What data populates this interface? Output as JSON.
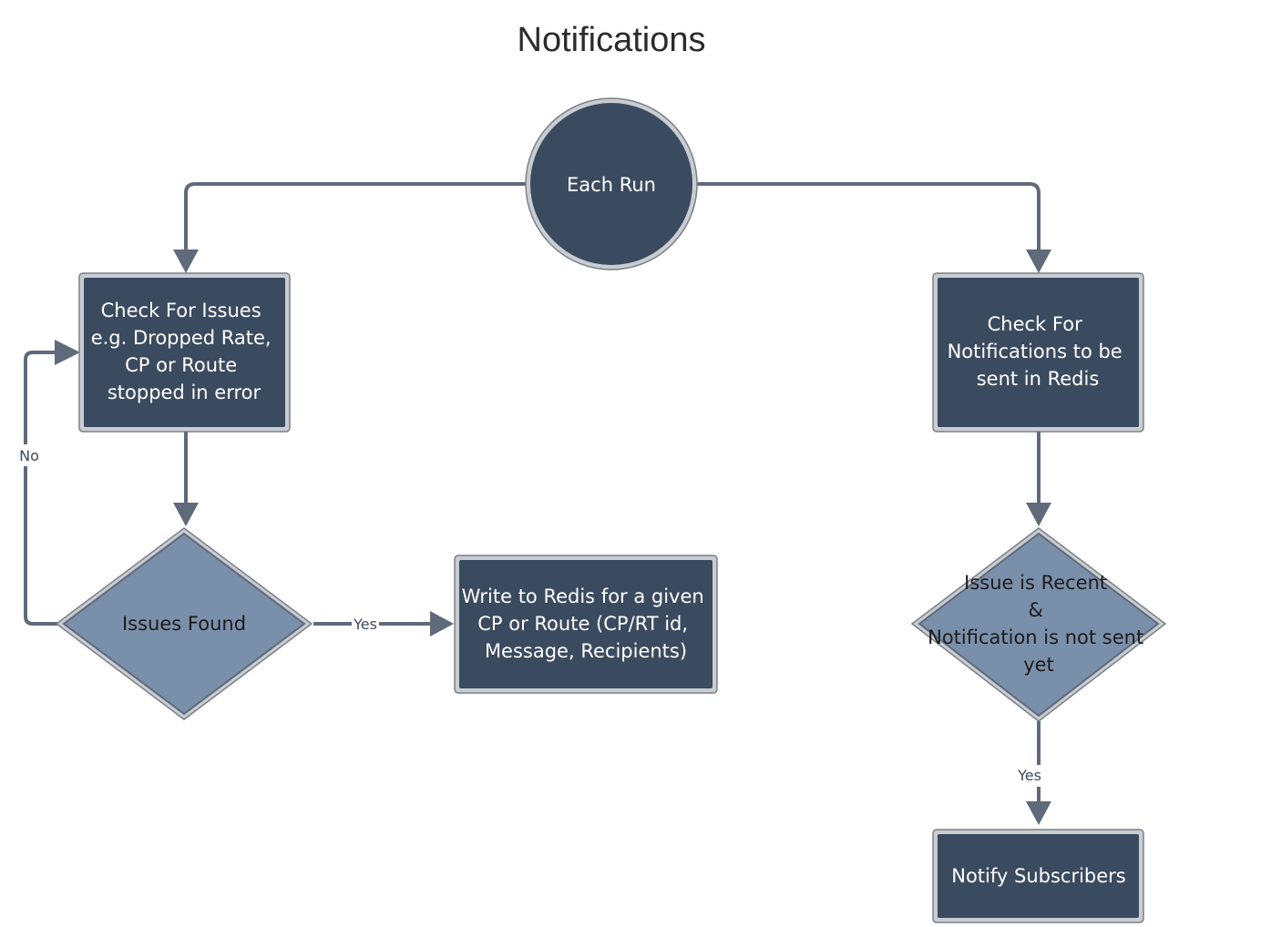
{
  "title": "Notifications",
  "nodes": {
    "each_run": {
      "lines": [
        "Each Run"
      ]
    },
    "check_issues": {
      "lines": [
        "Check For Issues",
        "e.g. Dropped Rate,",
        "CP or Route",
        "stopped in error"
      ]
    },
    "issues_found": {
      "lines": [
        "Issues Found"
      ]
    },
    "write_redis": {
      "lines": [
        "Write to Redis for a given",
        "CP or Route (CP/RT id,",
        "Message, Recipients)"
      ]
    },
    "check_notifications": {
      "lines": [
        "Check For",
        "Notifications to be",
        "sent in Redis"
      ]
    },
    "issue_recent": {
      "lines": [
        "Issue is Recent",
        "&",
        "Notification is not sent",
        "yet"
      ]
    },
    "notify": {
      "lines": [
        "Notify Subscribers"
      ]
    }
  },
  "edge_labels": {
    "no": "No",
    "yes_left": "Yes",
    "yes_right": "Yes"
  },
  "colors": {
    "box_fill": "#3a4b5f",
    "diamond_fill": "#7a8faa",
    "edge": "#5f6a7a"
  }
}
